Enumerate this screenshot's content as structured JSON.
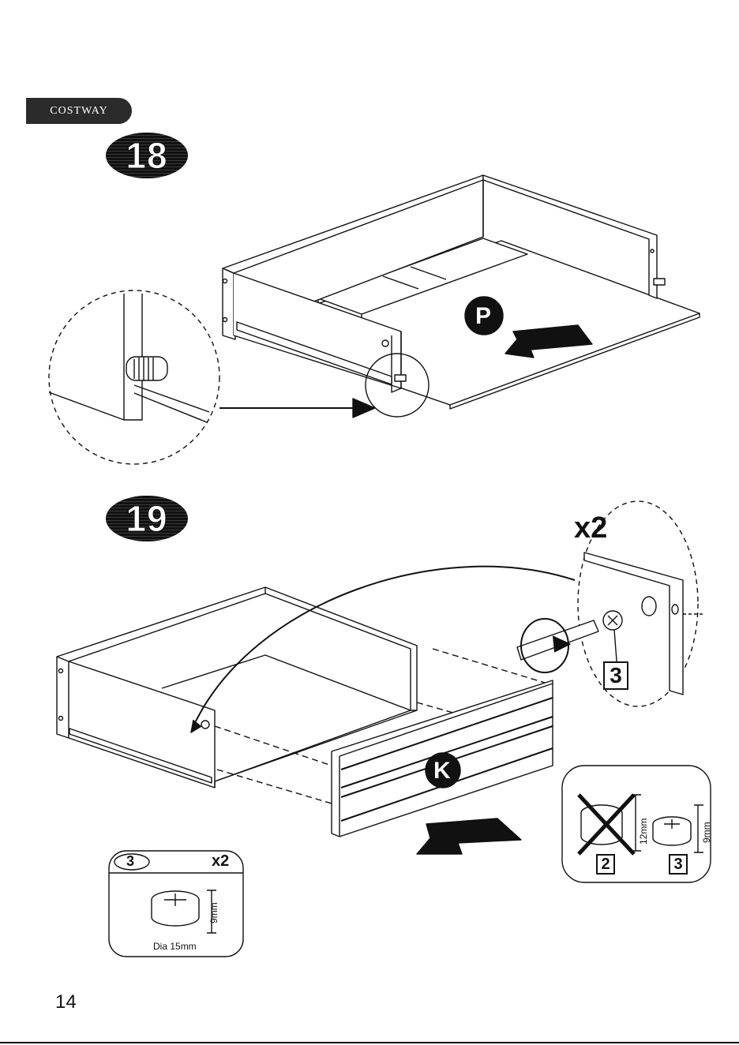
{
  "brand": "COSTWAY",
  "steps": [
    {
      "number": "18",
      "part_label": "P"
    },
    {
      "number": "19",
      "part_label": "K"
    }
  ],
  "detail": {
    "quantity": "x2",
    "part_number": "3"
  },
  "comparison": {
    "wrong_part": "2",
    "wrong_height": "12mm",
    "right_part": "3",
    "right_height": "9mm"
  },
  "spec": {
    "part_number": "3",
    "quantity": "x2",
    "height": "9mm",
    "diameter": "Dia 15mm"
  },
  "page_number": "14"
}
